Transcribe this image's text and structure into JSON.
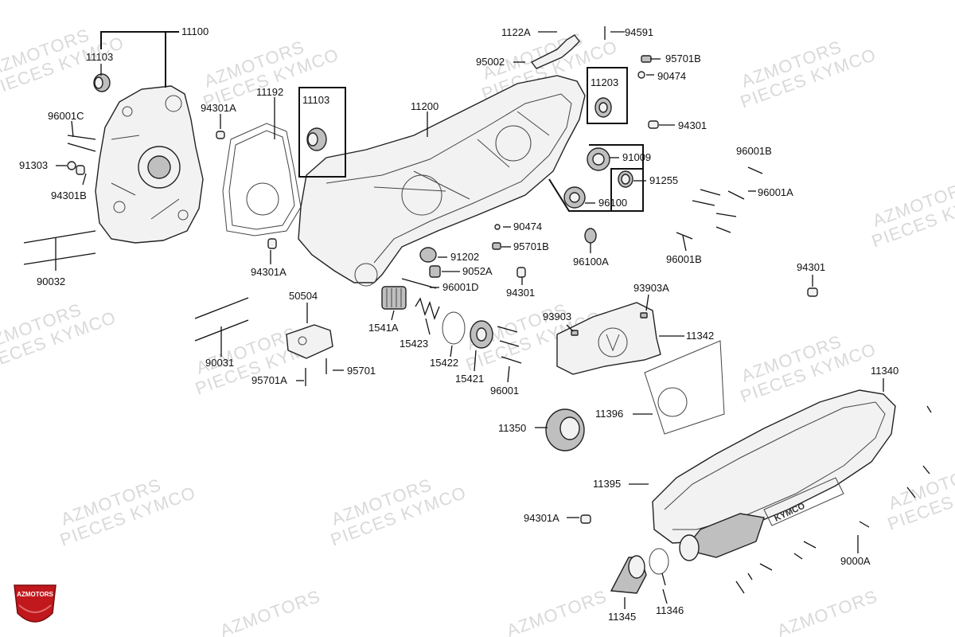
{
  "watermark": {
    "line1": "AZMOTORS",
    "line2": "PIECES KYMCO"
  },
  "logo": {
    "text": "AZMOTORS",
    "color": "#c0181c"
  },
  "cover_brand": "KYMCO",
  "parts": {
    "p11100": "11100",
    "p11103a": "11103",
    "p96001c": "96001C",
    "p91303": "91303",
    "p94301b": "94301B",
    "p94301a_1": "94301A",
    "p11192": "11192",
    "p90032": "90032",
    "p94301a_2": "94301A",
    "p11103b": "11103",
    "p11200": "11200",
    "p1122a": "1122A",
    "p94591": "94591",
    "p95002": "95002",
    "p95701b_1": "95701B",
    "p90474_1": "90474",
    "p11203": "11203",
    "p94301_1": "94301",
    "p91009": "91009",
    "p96001b_1": "96001B",
    "p91255": "91255",
    "p96001a": "96001A",
    "p96100": "96100",
    "p90474_2": "90474",
    "p95701b_2": "95701B",
    "p96100a": "96100A",
    "p96001b_2": "96001B",
    "p91202": "91202",
    "p9052a": "9052A",
    "p96001d": "96001D",
    "p94301_2": "94301",
    "p94301_3": "94301",
    "p50504": "50504",
    "p93903a": "93903A",
    "p93903": "93903",
    "p11342": "11342",
    "p1541a": "1541A",
    "p15423": "15423",
    "p15422": "15422",
    "p15421": "15421",
    "p96001": "96001",
    "p90031": "90031",
    "p95701": "95701",
    "p95701a": "95701A",
    "p11340": "11340",
    "p11396": "11396",
    "p11350": "11350",
    "p11395": "11395",
    "p94301a_3": "94301A",
    "p9000a": "9000A",
    "p11345": "11345",
    "p11346": "11346"
  }
}
